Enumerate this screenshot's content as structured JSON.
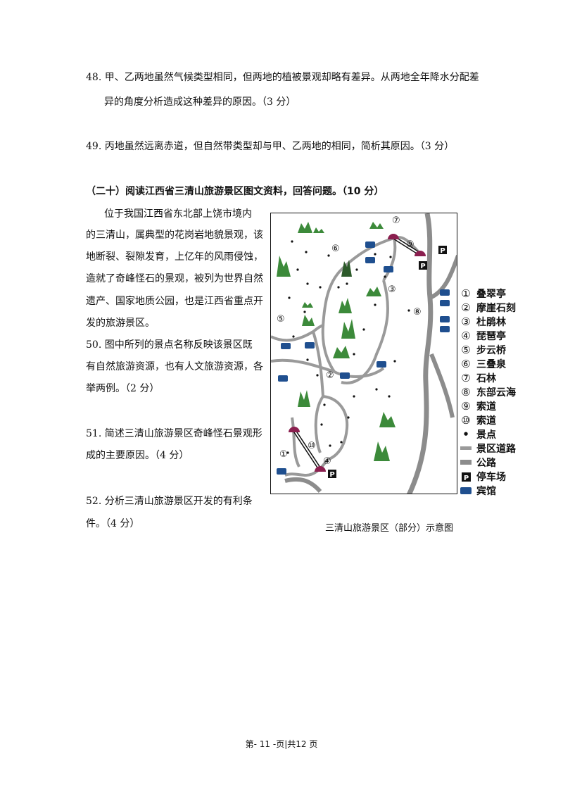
{
  "questions": {
    "q48_line1": "48.  甲、乙两地虽然气候类型相同，但两地的植被景观却略有差异。从两地全年降水分配差",
    "q48_line2": "异的角度分析造成这种差异的原因。（3 分）",
    "q49": "49.  丙地虽然远离赤道，但自然带类型却与甲、乙两地的相同，简析其原因。（3 分）"
  },
  "section": {
    "heading": "（二十）阅读江西省三清山旅游景区图文资料，回答问题。（10 分）",
    "intro_lines": [
      "位于我国江西省东北部上饶市境内",
      "的三清山，属典型的花岗岩地貌景观，该",
      "地断裂、裂隙发育，上亿年的风雨侵蚀，",
      "造就了奇峰怪石的景观，被列为世界自然",
      "遗产、国家地质公园，也是江西省重点开",
      "发的旅游景区。"
    ],
    "q50_lines": [
      "50.  图中所列的景点名称反映该景区既",
      "有自然旅游资源，也有人文旅游资源，各",
      "举两例。（2 分）"
    ],
    "q51_lines": [
      "51. 简述三清山旅游景区奇峰怪石景观形",
      "成的主要原因。（4 分）"
    ],
    "q52_lines": [
      "52.  分析三清山旅游景区开发的有利条",
      "件。（4 分）"
    ]
  },
  "map": {
    "caption": "三清山旅游景区（部分）示意图",
    "markers": [
      "①",
      "②",
      "③",
      "④",
      "⑤",
      "⑥",
      "⑦",
      "⑧",
      "⑨",
      "⑩"
    ],
    "parking_letter": "P",
    "legend": [
      {
        "symbol": "①",
        "label": "叠翠亭"
      },
      {
        "symbol": "②",
        "label": "摩崖石刻"
      },
      {
        "symbol": "③",
        "label": "杜鹃林"
      },
      {
        "symbol": "④",
        "label": "琵琶亭"
      },
      {
        "symbol": "⑤",
        "label": "步云桥"
      },
      {
        "symbol": "⑥",
        "label": "三叠泉"
      },
      {
        "symbol": "⑦",
        "label": "石林"
      },
      {
        "symbol": "⑧",
        "label": "东部云海"
      },
      {
        "symbol": "⑨",
        "label": "索道"
      },
      {
        "symbol": "⑩",
        "label": "索道"
      },
      {
        "symbol": "•",
        "label": "景点"
      },
      {
        "symbol": "scenic-road",
        "label": "景区道路"
      },
      {
        "symbol": "highway",
        "label": "公路"
      },
      {
        "symbol": "P",
        "label": "停车场"
      },
      {
        "symbol": "hotel",
        "label": "宾馆"
      }
    ],
    "colors": {
      "road": "#9a9a9a",
      "highway": "#8c8c8c",
      "cableway_station": "#8b1f4f",
      "mountain": "#3c8a3a",
      "hotel": "#1f4f8f"
    }
  },
  "footer": {
    "text": "第- 11 -页|共12 页"
  }
}
